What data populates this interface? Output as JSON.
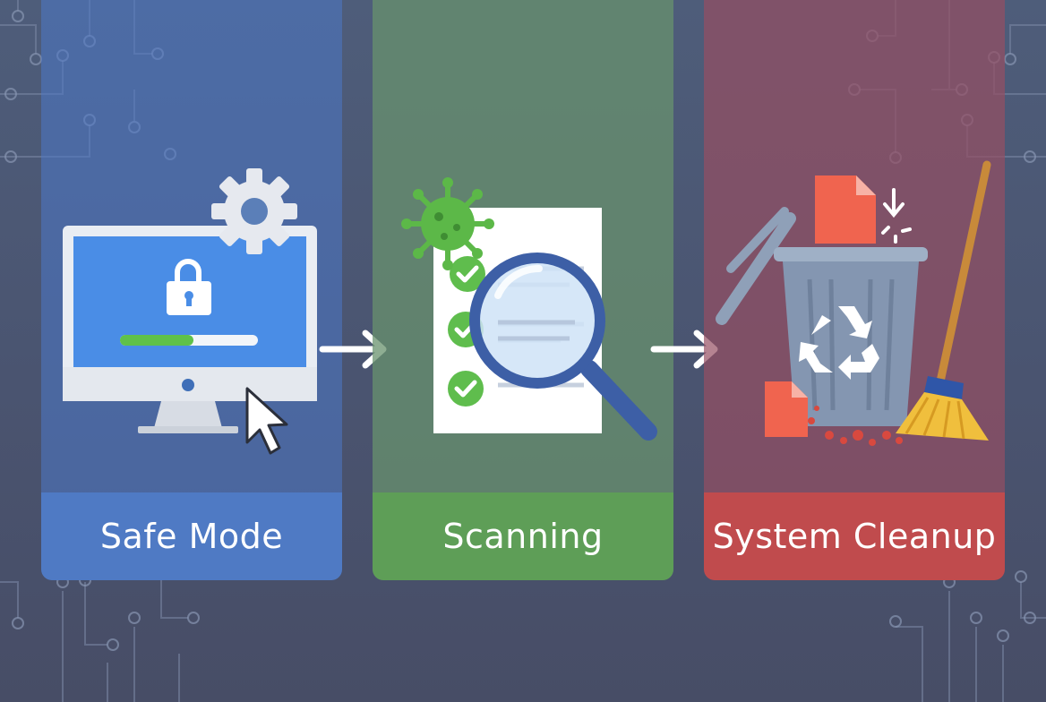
{
  "steps": [
    {
      "label": "Safe Mode",
      "color": "#4f7ac4",
      "icon": "locked-monitor-icon"
    },
    {
      "label": "Scanning",
      "color": "#5e9e57",
      "icon": "virus-scan-icon"
    },
    {
      "label": "System Cleanup",
      "color": "#c04b4d",
      "icon": "trash-cleanup-icon"
    }
  ],
  "connectors": [
    "right-arrow-icon",
    "right-arrow-icon"
  ]
}
